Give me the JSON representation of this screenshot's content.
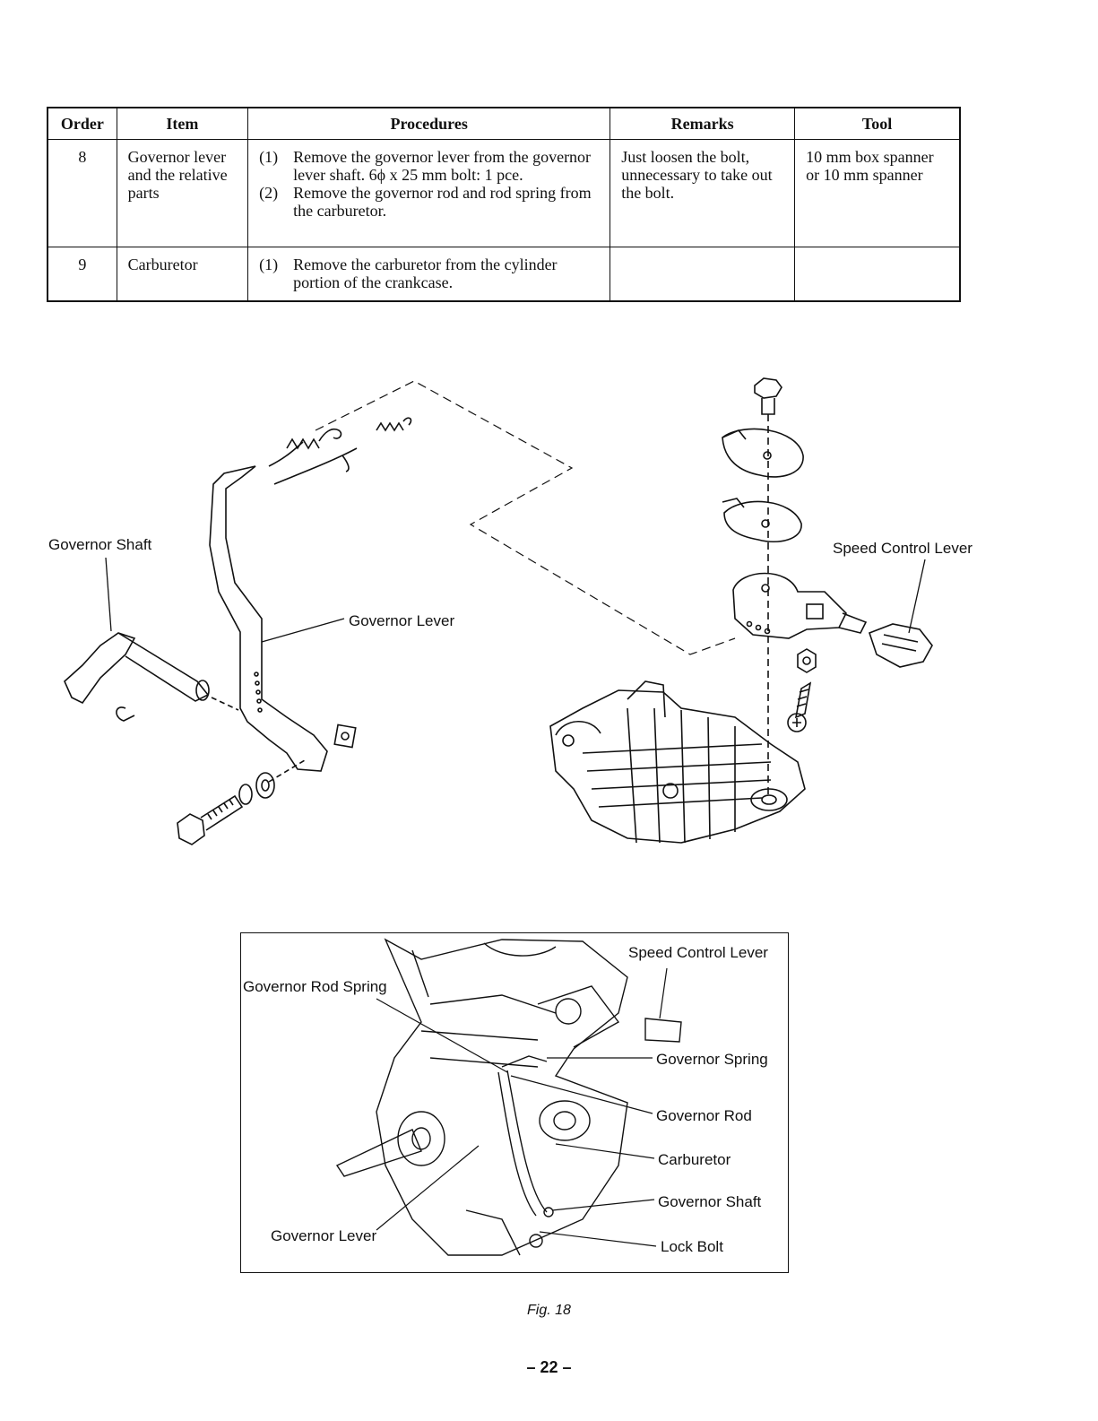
{
  "table": {
    "headers": [
      "Order",
      "Item",
      "Procedures",
      "Remarks",
      "Tool"
    ],
    "rows": [
      {
        "order": "8",
        "item": "Governor lever and the relative parts",
        "procedures": [
          {
            "num": "(1)",
            "text": "Remove the governor lever from the governor lever shaft. 6ϕ x 25 mm bolt: 1 pce."
          },
          {
            "num": "(2)",
            "text": "Remove the governor rod and rod spring from the carburetor."
          }
        ],
        "remarks": "Just loosen the bolt, unnecessary to take out the bolt.",
        "tool": "10 mm box spanner or 10 mm spanner"
      },
      {
        "order": "9",
        "item": "Carburetor",
        "procedures": [
          {
            "num": "(1)",
            "text": "Remove the carburetor from the cylinder portion of the crankcase."
          }
        ],
        "remarks": "",
        "tool": ""
      }
    ]
  },
  "diagram": {
    "labels": {
      "governor_shaft": "Governor Shaft",
      "governor_lever": "Governor Lever",
      "speed_control_lever": "Speed Control Lever"
    }
  },
  "photo": {
    "labels": {
      "speed_control_lever": "Speed Control Lever",
      "governor_rod_spring": "Governor Rod Spring",
      "governor_spring": "Governor Spring",
      "governor_rod": "Governor Rod",
      "carburetor": "Carburetor",
      "governor_shaft": "Governor Shaft",
      "governor_lever": "Governor Lever",
      "lock_bolt": "Lock Bolt"
    }
  },
  "figure_caption": "Fig. 18",
  "page_number": "– 22 –"
}
